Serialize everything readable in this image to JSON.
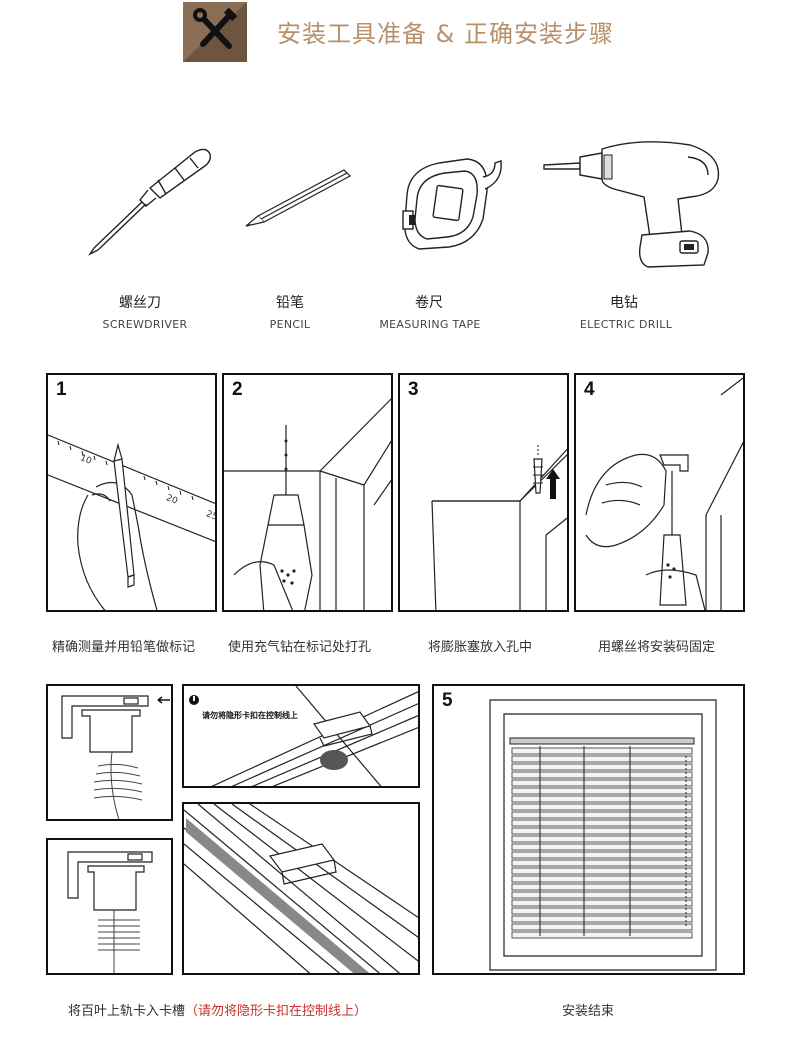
{
  "header": {
    "title": "安装工具准备 & 正确安装步骤",
    "icon": "tools-icon"
  },
  "tools": [
    {
      "name_cn": "螺丝刀",
      "name_en": "SCREWDRIVER",
      "icon": "screwdriver-icon"
    },
    {
      "name_cn": "铅笔",
      "name_en": "PENCIL",
      "icon": "pencil-icon"
    },
    {
      "name_cn": "卷尺",
      "name_en": "MEASURING TAPE",
      "icon": "measuring-tape-icon"
    },
    {
      "name_cn": "电钻",
      "name_en": "ELECTRIC DRILL",
      "icon": "electric-drill-icon"
    }
  ],
  "steps": [
    {
      "number": "1",
      "caption": "精确测量并用铅笔做标记",
      "ruler_labels": [
        "10",
        "20",
        "25"
      ]
    },
    {
      "number": "2",
      "caption": "使用充气钻在标记处打孔"
    },
    {
      "number": "3",
      "caption": "将膨胀塞放入孔中"
    },
    {
      "number": "4",
      "caption": "用螺丝将安装码固定"
    },
    {
      "number": "5",
      "caption": "安装结束"
    }
  ],
  "rail_step": {
    "warning_note": "请勿将隐形卡扣在控制线上",
    "caption_main": "将百叶上轨卡入卡槽",
    "caption_warning": "（请勿将隐形卡扣在控制线上）"
  },
  "colors": {
    "header_text": "#b8916c",
    "header_icon_bg": "#8a6e55",
    "warning": "#c8312b"
  }
}
